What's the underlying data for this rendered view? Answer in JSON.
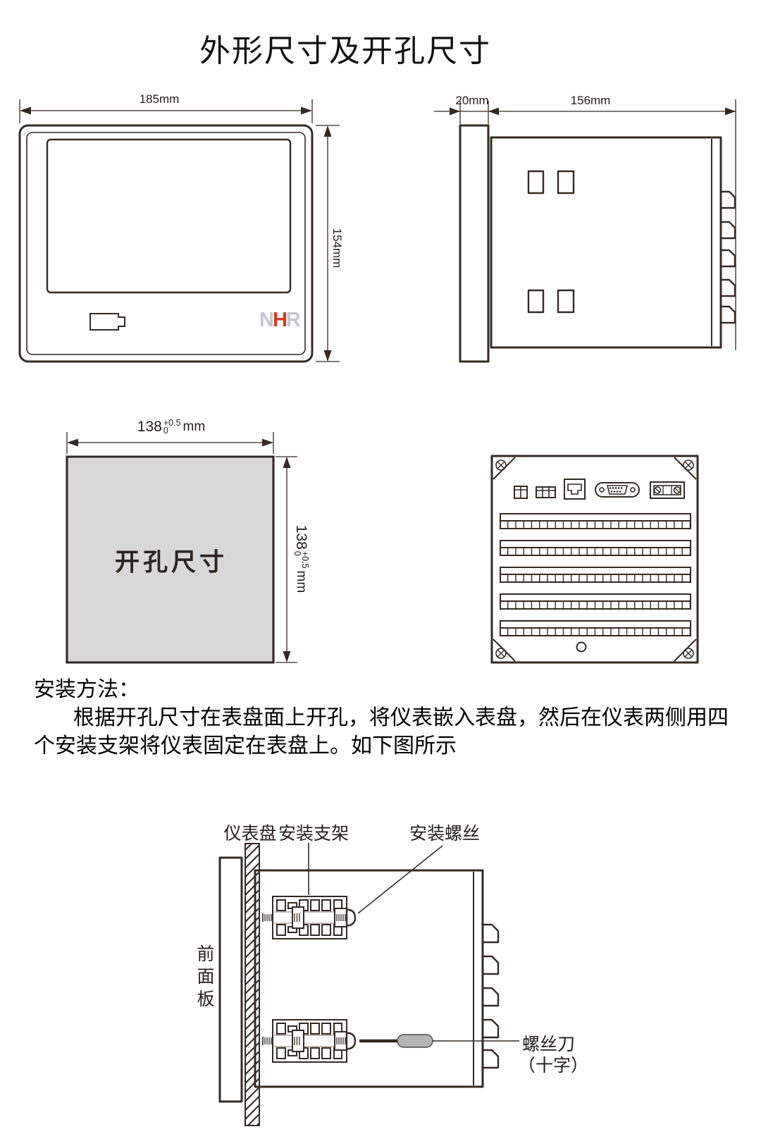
{
  "title": "外形尺寸及开孔尺寸",
  "colors": {
    "line": "#342a22",
    "panel_fill": "#d8d8d8",
    "logo_gray": "#c3c8cf",
    "logo_red": "#d63a20"
  },
  "front_view": {
    "width_label": "185mm",
    "height_label": "154mm",
    "logo": {
      "n": "N",
      "h": "H",
      "r": "R"
    }
  },
  "side_view": {
    "bezel_depth_label": "20mm",
    "body_depth_label": "156mm"
  },
  "cutout": {
    "label": "开孔尺寸",
    "width_dim": {
      "value": "138",
      "tol_plus": "+0.5",
      "tol_zero": "0",
      "unit": "mm"
    },
    "height_dim": {
      "value": "138",
      "tol_plus": "+0.5",
      "tol_zero": "0",
      "unit": "mm"
    }
  },
  "install": {
    "heading": "安装方法：",
    "para_line1": "根据开孔尺寸在表盘面上开孔，将仪表嵌入表盘，然后在仪表两侧用四",
    "para_line2": "个安装支架将仪表固定在表盘上。如下图所示",
    "labels": {
      "panel": "仪表盘",
      "bracket": "安装支架",
      "screw": "安装螺丝",
      "front_panel": "前面板",
      "screwdriver": "螺丝刀",
      "screwdriver_type": "（十字）"
    }
  }
}
